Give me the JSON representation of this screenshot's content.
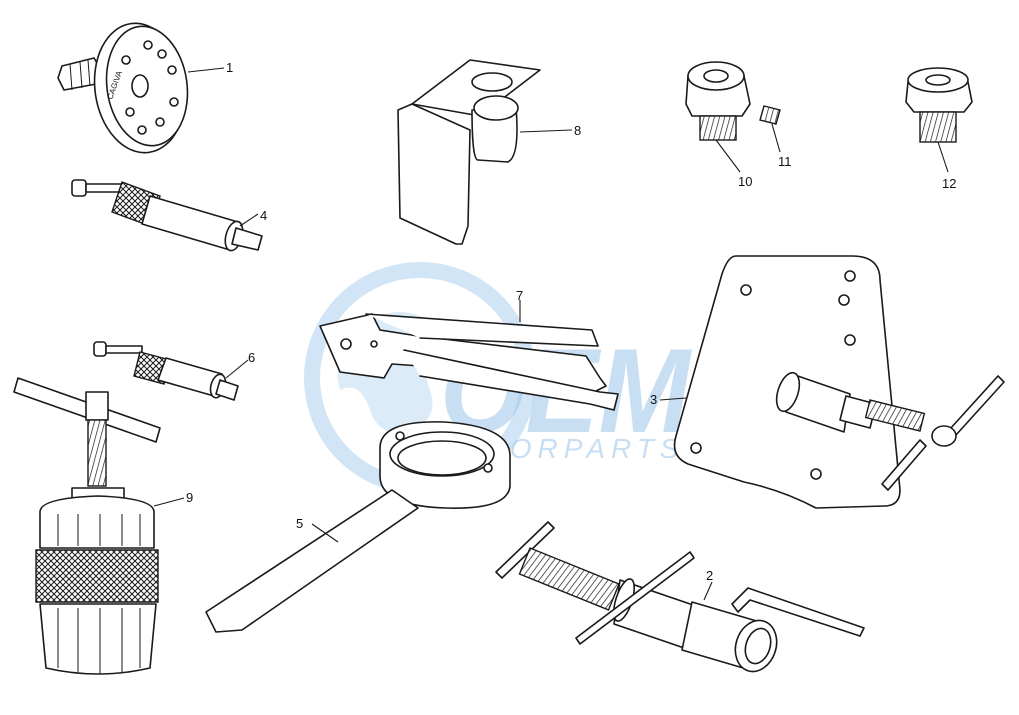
{
  "part_labels": [
    "1",
    "2",
    "3",
    "4",
    "5",
    "6",
    "7",
    "8",
    "9",
    "10",
    "11",
    "12"
  ],
  "stamp_text": "CAGIVA",
  "watermark": {
    "logo_text": "OEM",
    "sub_text": "MOTORPARTS",
    "color": "#9cc6ea"
  },
  "colors": {
    "line": "#1a1a1a",
    "background": "#ffffff"
  }
}
